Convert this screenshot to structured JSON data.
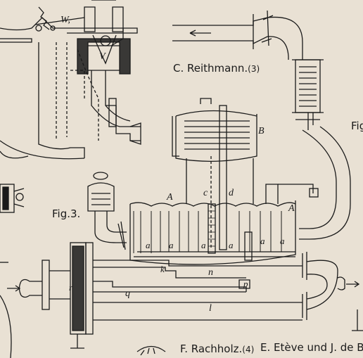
{
  "captions": {
    "reithmann_name": "C. Reithmann.",
    "reithmann_ref": "(3)",
    "rachholz_name": "F. Rachholz.",
    "rachholz_ref": "(4)",
    "eteve": "E. Etève und J. de Br",
    "fig3": "Fig.3.",
    "fig_cut": "Fig"
  },
  "letters": {
    "W": "W,",
    "V": "V",
    "B": "B",
    "A_left": "A",
    "A_right": "A",
    "c": "c",
    "d": "d",
    "a": "a",
    "k": "k",
    "n": "n",
    "p": "p",
    "q": "q",
    "l": "l",
    "r": "r"
  },
  "colors": {
    "paper": "#e9e1d4",
    "ink": "#1a1a1a"
  }
}
